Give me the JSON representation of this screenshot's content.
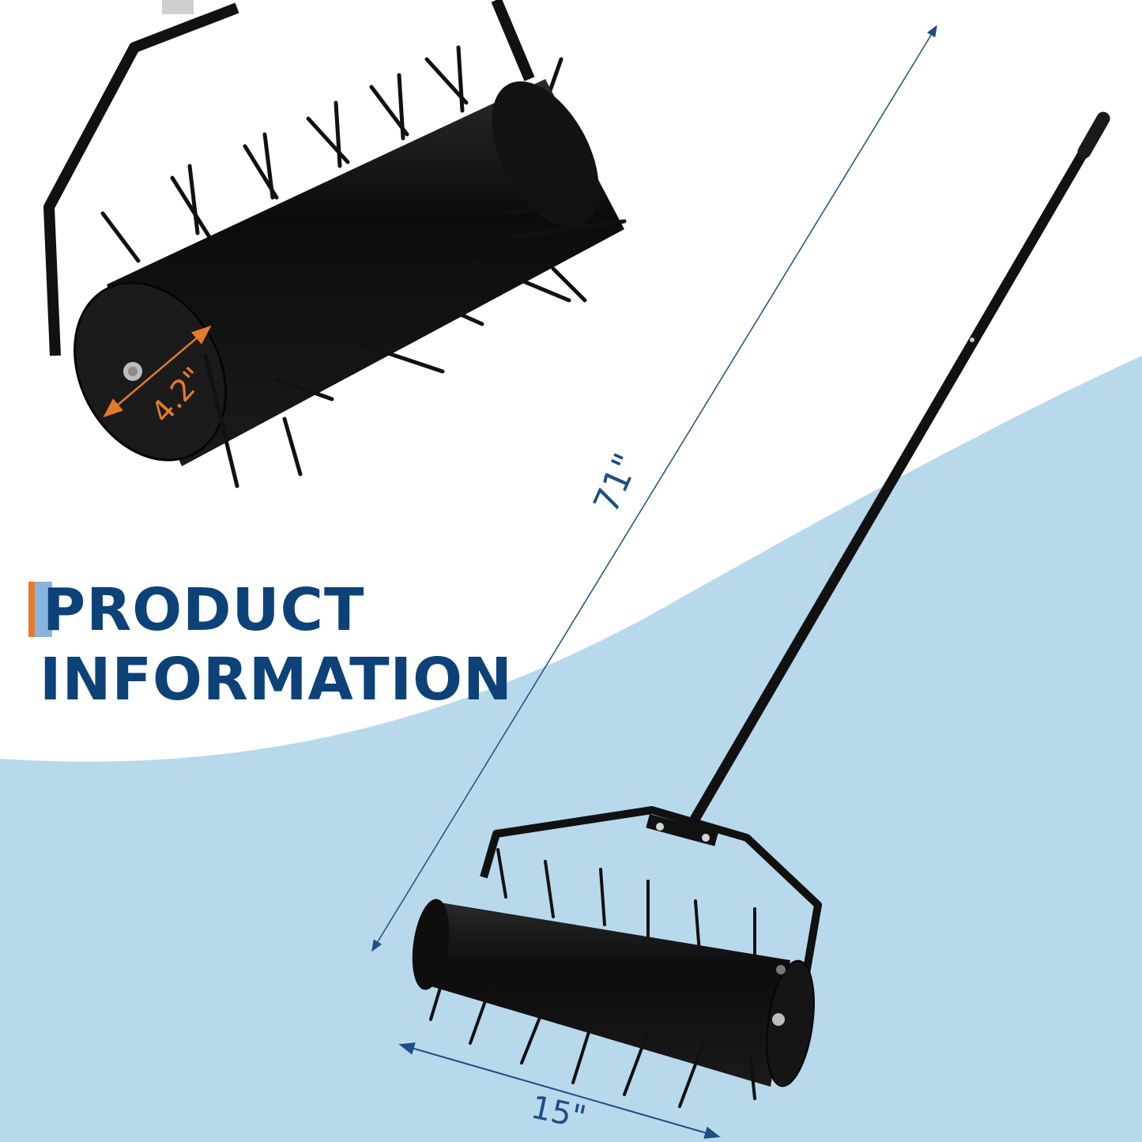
{
  "title": {
    "line1": "PRODUCT",
    "line2": "INFORMATION"
  },
  "dimensions": {
    "overall_height": "71\"",
    "roller_length": "15\"",
    "roller_diameter": "4.2\""
  },
  "product": {
    "type": "spiked lawn aerator roller",
    "views": [
      "roller close-up",
      "full tool with handle"
    ]
  },
  "colors": {
    "title_text": "#0d4278",
    "accent_orange": "#e57a2c",
    "accent_blue": "#8ab4e0",
    "background_blue": "#b8d9ec",
    "background_white": "#ffffff",
    "dimension_line": "#1c4f82",
    "product_black": "#111111"
  }
}
